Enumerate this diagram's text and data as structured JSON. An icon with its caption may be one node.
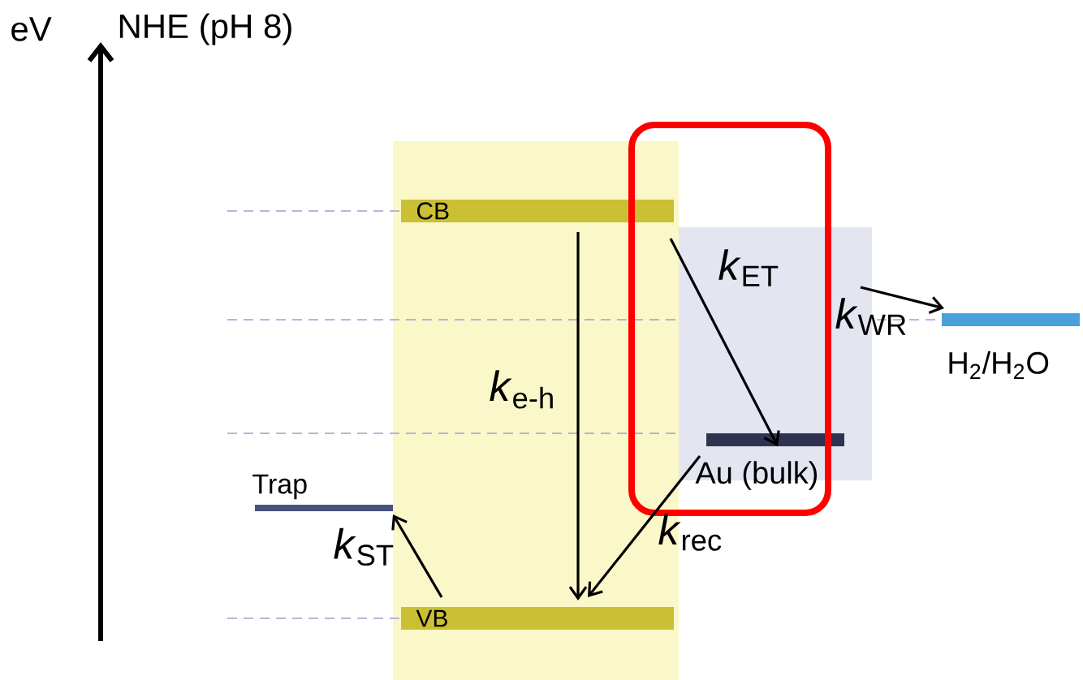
{
  "diagram": {
    "nodes": [
      {
        "text": [
          "CB"
        ]
      },
      {
        "text": [
          "Trap"
        ]
      },
      {
        "text": [
          "VB"
        ]
      },
      {
        "text": [],
        "shape": "box"
      },
      {
        "text": [
          "Au (bulk)"
        ],
        "in": 3
      },
      {
        "text": [
          "H$_{2}$/H$_{2}$O"
        ]
      }
    ],
    "edges": [
      {
        "from": 0,
        "to": 2,
        "arrow": "to",
        "label": "*k*$_{e-h}$"
      },
      {
        "from": 0,
        "to": 4,
        "arrow": "to",
        "label": "*k*$_{ET}$"
      },
      {
        "from": 4,
        "to": 2,
        "arrow": "to",
        "label": "*k*$_{rec}$"
      },
      {
        "from": 2,
        "to": 1,
        "arrow": "to",
        "label": "*k*$_{ST}$"
      },
      {
        "from": 3,
        "to": 5,
        "arrow": "to",
        "label": "*k*$_{WR}$"
      }
    ],
    "labels": [
      "eV",
      "NHE (pH 8)"
    ]
  }
}
